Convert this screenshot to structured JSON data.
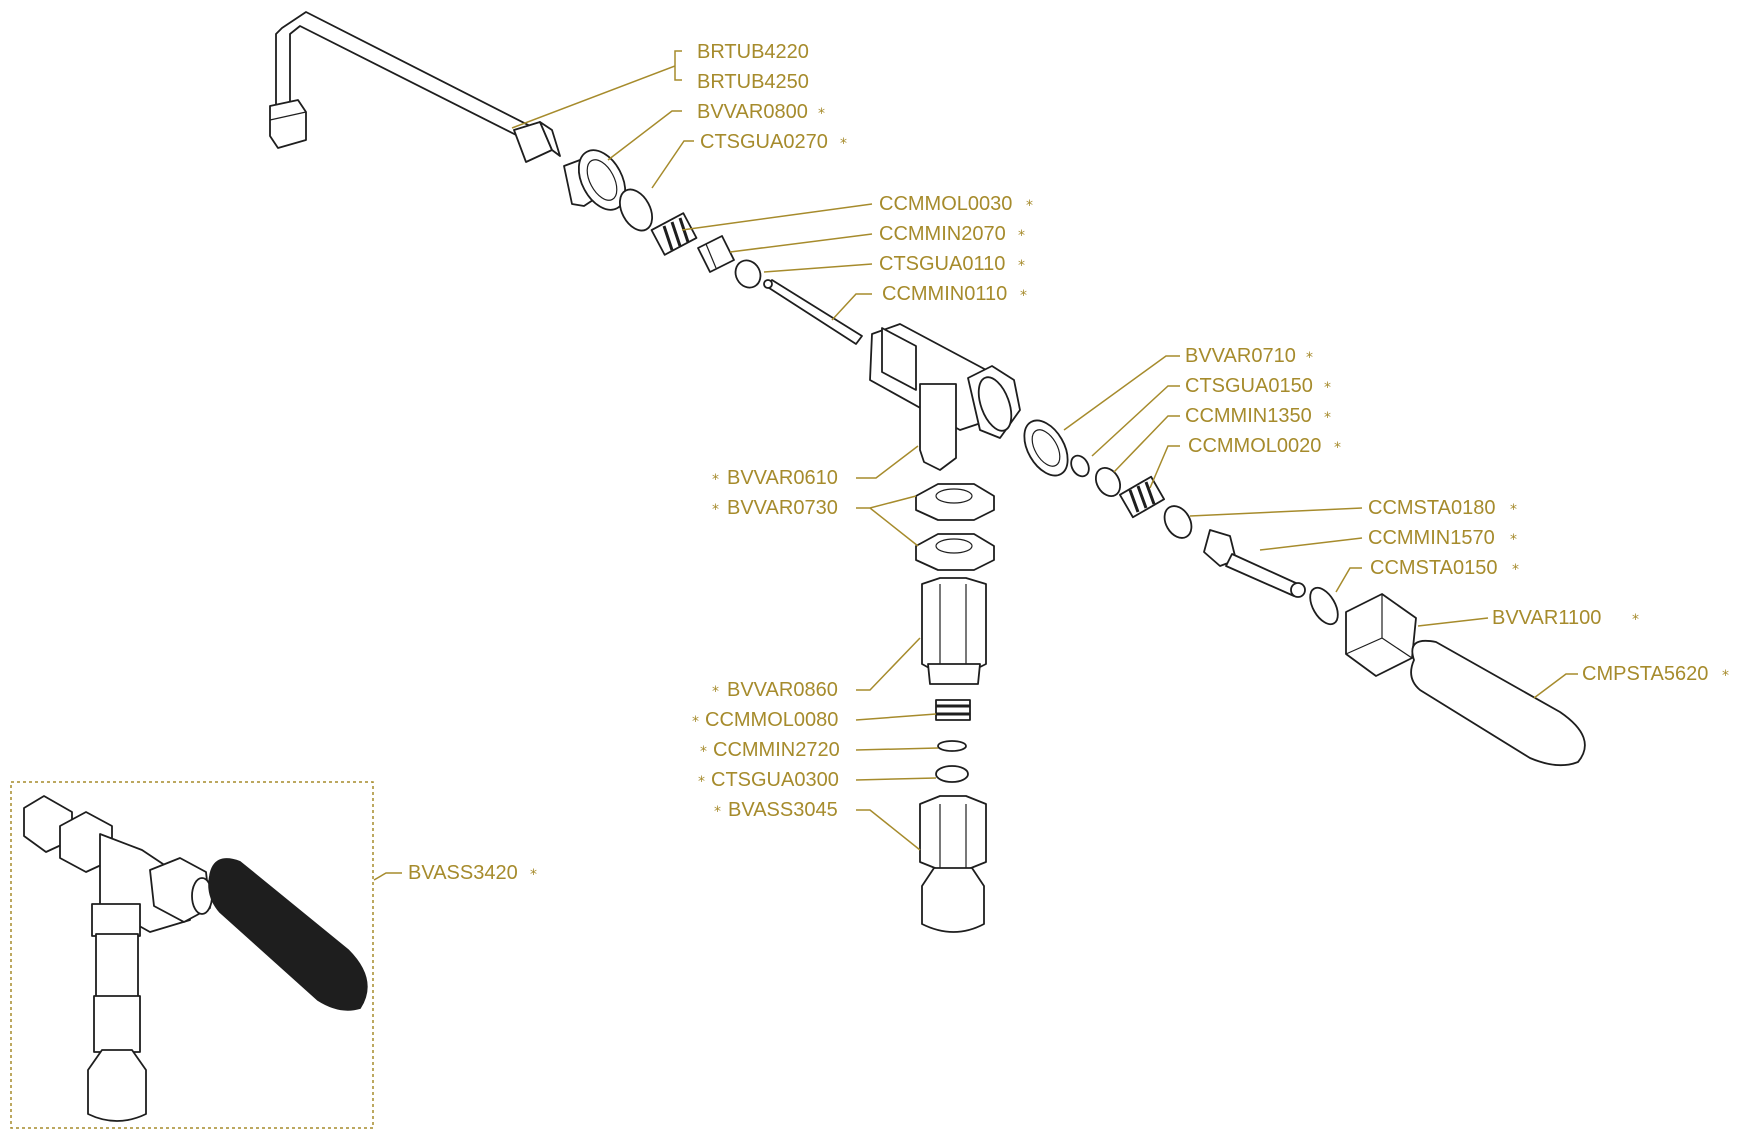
{
  "star": "*",
  "parts": [
    {
      "code": "BRTUB4220",
      "starred": false
    },
    {
      "code": "BRTUB4250",
      "starred": false
    },
    {
      "code": "BVVAR0800",
      "starred": true
    },
    {
      "code": "CTSGUA0270",
      "starred": true
    },
    {
      "code": "CCMMOL0030",
      "starred": true
    },
    {
      "code": "CCMMIN2070",
      "starred": true
    },
    {
      "code": "CTSGUA0110",
      "starred": true
    },
    {
      "code": "CCMMIN0110",
      "starred": true
    },
    {
      "code": "BVVAR0710",
      "starred": true
    },
    {
      "code": "CTSGUA0150",
      "starred": true
    },
    {
      "code": "CCMMIN1350",
      "starred": true
    },
    {
      "code": "CCMMOL0020",
      "starred": true
    },
    {
      "code": "CCMSTA0180",
      "starred": true
    },
    {
      "code": "CCMMIN1570",
      "starred": true
    },
    {
      "code": "CCMSTA0150",
      "starred": true
    },
    {
      "code": "BVVAR1100",
      "starred": true
    },
    {
      "code": "CMPSTA5620",
      "starred": true
    },
    {
      "code": "BVVAR0610",
      "starred": true
    },
    {
      "code": "BVVAR0730",
      "starred": true
    },
    {
      "code": "BVVAR0860",
      "starred": true
    },
    {
      "code": "CCMMOL0080",
      "starred": true
    },
    {
      "code": "CCMMIN2720",
      "starred": true
    },
    {
      "code": "CTSGUA0300",
      "starred": true
    },
    {
      "code": "BVASS3045",
      "starred": true
    },
    {
      "code": "BVASS3420",
      "starred": true
    }
  ],
  "colors": {
    "label": "#a68b2c",
    "line": "#1e1e1e",
    "background": "#ffffff"
  }
}
